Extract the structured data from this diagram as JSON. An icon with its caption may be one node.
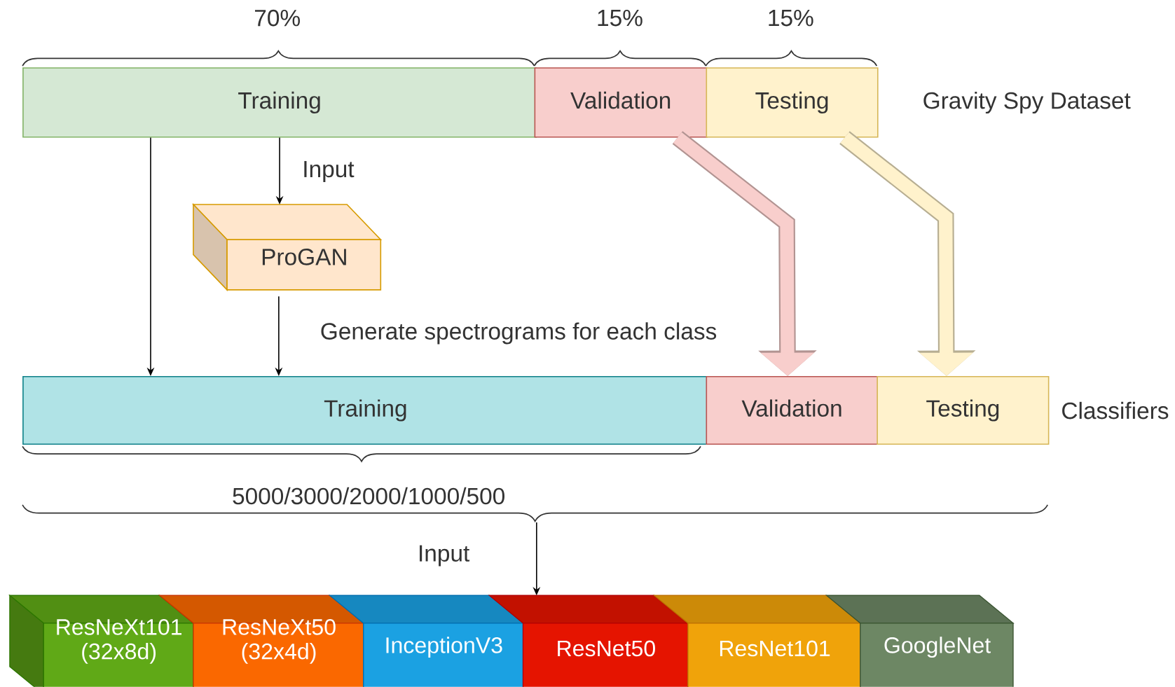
{
  "diagram": {
    "nodes": [
      {
        "text": [
          "Training"
        ]
      },
      {
        "text": [
          "Validation"
        ]
      },
      {
        "text": [
          "Testing"
        ]
      },
      {
        "text": [
          "ProGAN"
        ]
      },
      {
        "text": [
          "Training"
        ]
      },
      {
        "text": [
          "Validation"
        ]
      },
      {
        "text": [
          "Testing"
        ]
      },
      {
        "text": [
          "ResNeXt101 (32x8d)"
        ]
      },
      {
        "text": [
          "ResNeXt50 (32x4d)"
        ]
      },
      {
        "text": [
          "InceptionV3"
        ]
      },
      {
        "text": [
          "ResNet50"
        ]
      },
      {
        "text": [
          "ResNet101"
        ]
      },
      {
        "text": [
          "GoogleNet"
        ]
      },
      {
        "text": [],
        "shape": "brace"
      }
    ],
    "edges": [
      {
        "from": 0,
        "to": 3,
        "arrow": "to",
        "label": "Input"
      },
      {
        "from": 3,
        "to": 4,
        "arrow": "to",
        "label": "Generate spectrograms for each class"
      },
      {
        "from": 0,
        "to": 4,
        "arrow": "to"
      },
      {
        "from": 1,
        "to": 5,
        "arrow": "to",
        "style": "thick",
        "color": "#f8cecc"
      },
      {
        "from": 2,
        "to": 6,
        "arrow": "to",
        "style": "thick",
        "color": "#fff2cc"
      },
      {
        "from": 13,
        "to": 10,
        "arrow": "to",
        "label": "Input"
      }
    ],
    "labels": [
      "70%",
      "15%",
      "15%",
      "Gravity Spy Dataset",
      "Classifiers",
      "5000/3000/2000/1000/500"
    ]
  }
}
